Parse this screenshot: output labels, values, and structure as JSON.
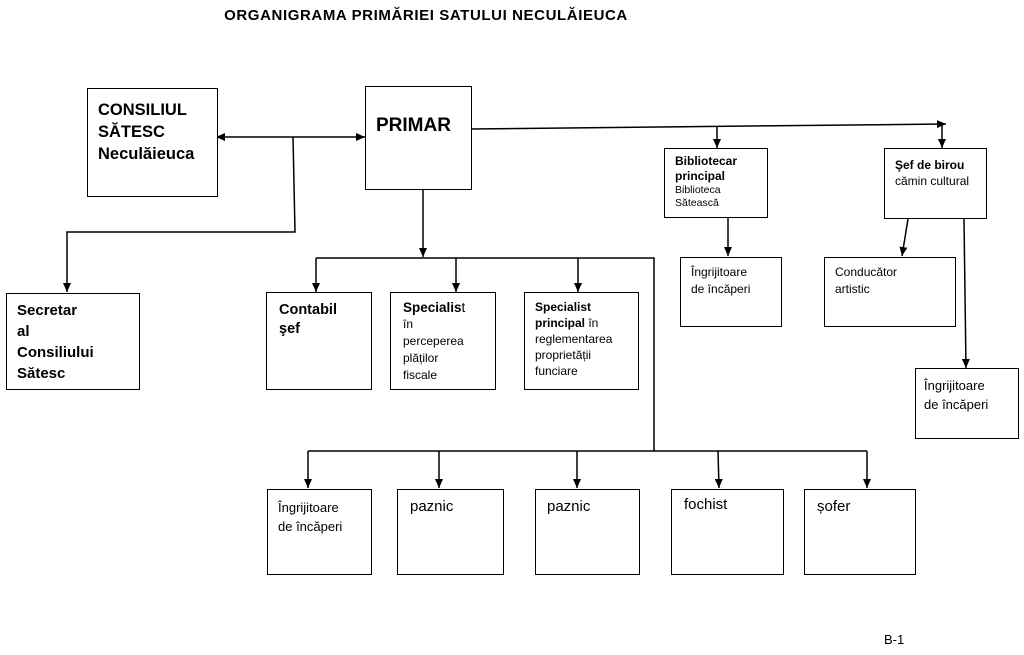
{
  "title": "ORGANIGRAMA  PRIMĂRIEI  SATULUI  NECULĂIEUCA",
  "page_number": "B-1",
  "nodes": {
    "consiliu": {
      "lines": [
        "CONSILIUL",
        "SĂTESC",
        "Neculăieuca"
      ]
    },
    "primar": {
      "label": "PRIMAR"
    },
    "secretar": {
      "lines": [
        "Secretar",
        "al",
        "Consiliului",
        "Sătesc"
      ]
    },
    "contabil": {
      "lines": [
        "Contabil",
        "şef"
      ]
    },
    "specialist_fiscal": {
      "bold": "Specialis",
      "rest": "t",
      "lines": [
        "în",
        "perceperea",
        "plăților",
        "fiscale"
      ]
    },
    "specialist_principal": {
      "bold1": "Specialist",
      "bold2": "principal",
      "rest": " în",
      "lines": [
        "reglementarea",
        "proprietății",
        "funciare"
      ]
    },
    "bibliotecar": {
      "bold1": "Bibliotecar",
      "bold2": "principal",
      "lines": [
        "Biblioteca",
        "Sătească"
      ]
    },
    "sef_birou": {
      "bold": "Şef de  birou",
      "line": "cămin cultural"
    },
    "ingrijitoare_bib": {
      "lines": [
        "Îngrijitoare",
        "de  încăperi"
      ]
    },
    "conducator": {
      "lines": [
        "Conducător",
        "artistic"
      ]
    },
    "ingrijitoare_camin": {
      "lines": [
        "Îngrijitoare",
        "de  încăperi"
      ]
    },
    "ingrijitoare_primarie": {
      "lines": [
        "Îngrijitoare",
        "de  încăperi"
      ]
    },
    "paznic_1": {
      "label": "paznic"
    },
    "paznic_2": {
      "label": "paznic"
    },
    "fochist": {
      "label": "fochist"
    },
    "sofer": {
      "label": "șofer"
    }
  }
}
